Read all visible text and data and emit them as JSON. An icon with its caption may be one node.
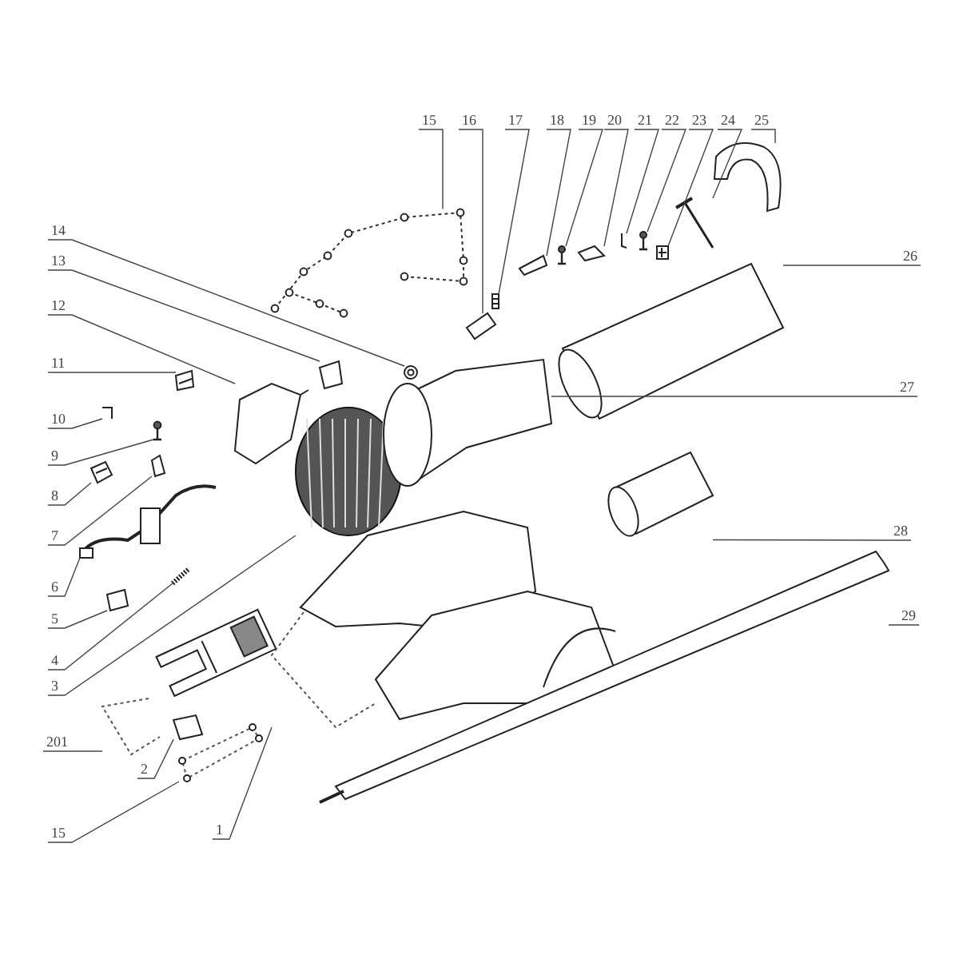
{
  "diagram": {
    "nodes": [
      {
        "text": [
          "15"
        ]
      },
      {
        "text": [
          "16"
        ]
      },
      {
        "text": [
          "17"
        ]
      },
      {
        "text": [
          "18"
        ]
      },
      {
        "text": [
          "19"
        ]
      },
      {
        "text": [
          "20"
        ]
      },
      {
        "text": [
          "21"
        ]
      },
      {
        "text": [
          "22"
        ]
      },
      {
        "text": [
          "23"
        ]
      },
      {
        "text": [
          "24"
        ]
      },
      {
        "text": [
          "25"
        ]
      },
      {
        "text": [
          "14"
        ]
      },
      {
        "text": [
          "13"
        ]
      },
      {
        "text": [
          "12"
        ]
      },
      {
        "text": [
          "11"
        ]
      },
      {
        "text": [
          "10"
        ]
      },
      {
        "text": [
          "9"
        ]
      },
      {
        "text": [
          "8"
        ]
      },
      {
        "text": [
          "7"
        ]
      },
      {
        "text": [
          "6"
        ]
      },
      {
        "text": [
          "5"
        ]
      },
      {
        "text": [
          "4"
        ]
      },
      {
        "text": [
          "3"
        ]
      },
      {
        "text": [
          "201"
        ]
      },
      {
        "text": [
          "2"
        ]
      },
      {
        "text": [
          "15"
        ]
      },
      {
        "text": [
          "1"
        ]
      },
      {
        "text": [
          "26"
        ]
      },
      {
        "text": [
          "27"
        ]
      },
      {
        "text": [
          "28"
        ]
      },
      {
        "text": [
          "29"
        ]
      },
      {
        "text": [],
        "shape": "picture"
      },
      {
        "text": [],
        "shape": "picture"
      },
      {
        "text": [],
        "shape": "picture"
      },
      {
        "text": [],
        "shape": "picture"
      },
      {
        "text": [],
        "shape": "picture"
      },
      {
        "text": [],
        "shape": "picture"
      },
      {
        "text": [],
        "shape": "picture"
      },
      {
        "text": [],
        "shape": "picture"
      },
      {
        "text": [],
        "shape": "picture"
      },
      {
        "text": [],
        "shape": "picture"
      },
      {
        "text": [],
        "shape": "picture"
      },
      {
        "text": [],
        "shape": "picture"
      },
      {
        "text": [],
        "shape": "picture"
      },
      {
        "text": [],
        "shape": "picture"
      },
      {
        "text": [],
        "shape": "picture"
      },
      {
        "text": [],
        "shape": "picture"
      },
      {
        "text": [],
        "shape": "picture"
      },
      {
        "text": [],
        "shape": "picture"
      },
      {
        "text": [],
        "shape": "picture"
      },
      {
        "text": [],
        "shape": "picture"
      },
      {
        "text": [],
        "shape": "picture"
      },
      {
        "text": [],
        "shape": "picture"
      },
      {
        "text": [],
        "shape": "picture"
      },
      {
        "text": [],
        "shape": "picture"
      },
      {
        "text": [],
        "shape": "picture",
        "in": 54
      },
      {
        "text": [],
        "shape": "picture"
      },
      {
        "text": [],
        "shape": "picture"
      },
      {
        "text": [],
        "shape": "picture"
      },
      {
        "text": [],
        "shape": "picture"
      },
      {
        "text": [],
        "shape": "picture"
      },
      {
        "text": [],
        "shape": "picture"
      }
    ],
    "edges": [
      {
        "from": 0,
        "to": 31,
        "arrow": "none"
      },
      {
        "from": 1,
        "to": 32,
        "arrow": "none"
      },
      {
        "from": 2,
        "to": 33,
        "arrow": "none"
      },
      {
        "from": 3,
        "to": 34,
        "arrow": "none"
      },
      {
        "from": 4,
        "to": 35,
        "arrow": "none"
      },
      {
        "from": 5,
        "to": 36,
        "arrow": "none"
      },
      {
        "from": 6,
        "to": 37,
        "arrow": "none"
      },
      {
        "from": 7,
        "to": 38,
        "arrow": "none"
      },
      {
        "from": 8,
        "to": 39,
        "arrow": "none"
      },
      {
        "from": 9,
        "to": 40,
        "arrow": "none"
      },
      {
        "from": 10,
        "to": 41,
        "arrow": "none"
      },
      {
        "from": 11,
        "to": 42,
        "arrow": "none"
      },
      {
        "from": 12,
        "to": 43,
        "arrow": "none"
      },
      {
        "from": 13,
        "to": 44,
        "arrow": "none"
      },
      {
        "from": 14,
        "to": 45,
        "arrow": "none"
      },
      {
        "from": 15,
        "to": 46,
        "arrow": "none"
      },
      {
        "from": 16,
        "to": 47,
        "arrow": "none"
      },
      {
        "from": 17,
        "to": 48,
        "arrow": "none"
      },
      {
        "from": 18,
        "to": 49,
        "arrow": "none"
      },
      {
        "from": 19,
        "to": 50,
        "arrow": "none"
      },
      {
        "from": 20,
        "to": 51,
        "arrow": "none"
      },
      {
        "from": 21,
        "to": 52,
        "arrow": "none"
      },
      {
        "from": 22,
        "to": 53,
        "arrow": "none"
      },
      {
        "from": 23,
        "to": 54,
        "arrow": "none"
      },
      {
        "from": 24,
        "to": 55,
        "arrow": "none"
      },
      {
        "from": 25,
        "to": 56,
        "arrow": "none"
      },
      {
        "from": 26,
        "to": 57,
        "arrow": "none"
      },
      {
        "from": 27,
        "to": 58,
        "arrow": "none"
      },
      {
        "from": 28,
        "to": 59,
        "arrow": "none"
      },
      {
        "from": 29,
        "to": 60,
        "arrow": "none"
      },
      {
        "from": 30,
        "to": 61,
        "arrow": "none"
      }
    ]
  }
}
